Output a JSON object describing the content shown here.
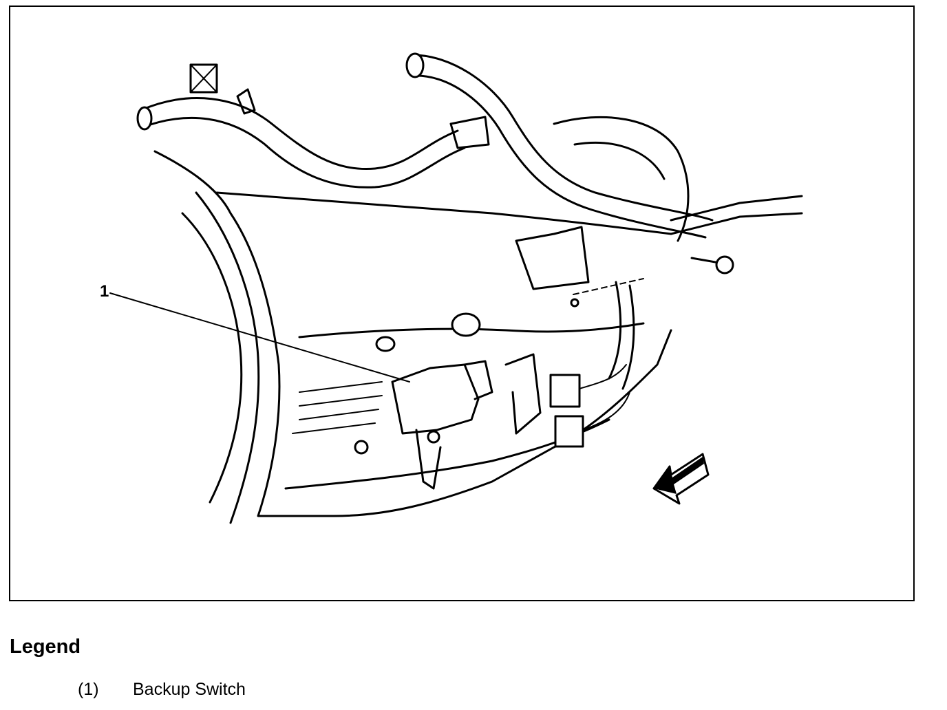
{
  "figure": {
    "callout": "1",
    "arrow_icon": "direction-arrow-icon"
  },
  "legend": {
    "title": "Legend",
    "items": [
      {
        "number": "(1)",
        "label": "Backup Switch"
      }
    ]
  }
}
